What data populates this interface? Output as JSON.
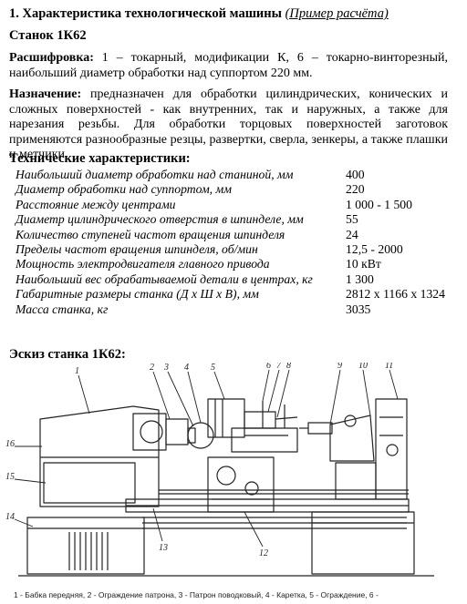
{
  "header": {
    "title": "1. Характеристика технологической машины",
    "example": "(Пример расчёта)",
    "machine": "Станок 1К62"
  },
  "decoding": {
    "label": "Расшифровка:",
    "text": " 1 – токарный, модификации К, 6 – токарно-винторезный, наибольший диаметр обработки над суппортом 220 мм."
  },
  "purpose": {
    "label": "Назначение:",
    "text": " предназначен для обработки цилиндрических, конических и сложных поверхностей - как внутренних, так и наружных, а также для нарезания резьбы. Для обработки торцовых поверхностей заготовок применяются разнообразные резцы, развертки, сверла, зенкеры, а также плашки и метчики."
  },
  "specs": {
    "heading": "Технические характеристики:",
    "rows": [
      {
        "name": "Наибольший диаметр обработки над станиной, мм",
        "value": "400"
      },
      {
        "name": "Диаметр обработки над суппортом, мм",
        "value": "220"
      },
      {
        "name": "Расстояние между центрами",
        "value": "1 000 - 1 500"
      },
      {
        "name": "Диаметр цилиндрического отверстия в шпинделе, мм",
        "value": "55"
      },
      {
        "name": "Количество ступеней частот вращения шпинделя",
        "value": "24"
      },
      {
        "name": "Пределы частот вращения шпинделя, об/мин",
        "value": "12,5 - 2000"
      },
      {
        "name": "Мощность электродвигателя главного привода",
        "value": "10 кВт"
      },
      {
        "name": "Наибольший вес обрабатываемой детали в центрах, кг",
        "value": "1 300"
      },
      {
        "name": "Габаритные размеры станка (Д х Ш х В), мм",
        "value": "2812 х 1166 х 1324"
      },
      {
        "name": "Масса станка, кг",
        "value": "3035"
      }
    ]
  },
  "sketch": {
    "heading": "Эскиз станка 1К62:",
    "callouts": {
      "n1": "1",
      "n2": "2",
      "n3": "3",
      "n4": "4",
      "n5": "5",
      "n6": "6",
      "n7": "7",
      "n8": "8",
      "n9": "9",
      "n10": "10",
      "n11": "11",
      "n12": "12",
      "n13": "13",
      "n14": "14",
      "n15": "15",
      "n16": "16"
    }
  },
  "caption": "1 - Бабка передняя, 2 - Ограждение патрона, 3 - Патрон поводковый, 4 - Каретка, 5 - Ограждение, 6 -"
}
